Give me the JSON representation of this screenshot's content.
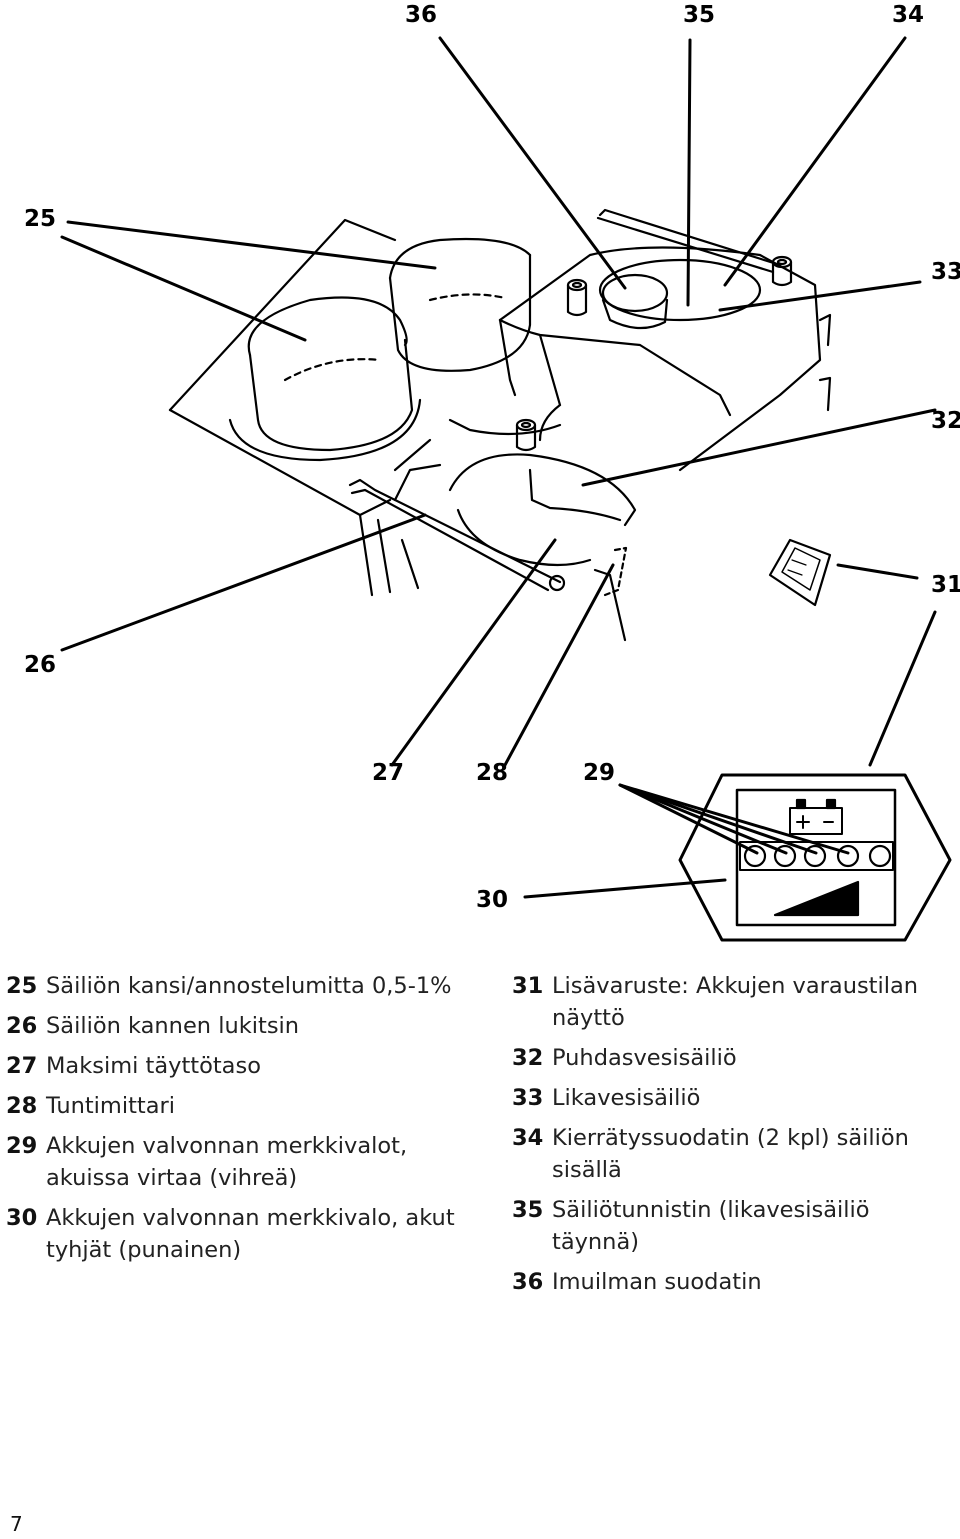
{
  "callouts": {
    "c25": "25",
    "c26": "26",
    "c27": "27",
    "c28": "28",
    "c29": "29",
    "c30": "30",
    "c31": "31",
    "c32": "32",
    "c33": "33",
    "c34": "34",
    "c35": "35",
    "c36": "36"
  },
  "legend_left": [
    {
      "num": "25",
      "text": "Säiliön kansi/annostelumitta 0,5-1%"
    },
    {
      "num": "26",
      "text": "Säiliön kannen lukitsin"
    },
    {
      "num": "27",
      "text": "Maksimi täyttötaso"
    },
    {
      "num": "28",
      "text": "Tuntimittari"
    },
    {
      "num": "29",
      "text": "Akkujen valvonnan merkkivalot, akuissa virtaa (vihreä)"
    },
    {
      "num": "30",
      "text": "Akkujen valvonnan merkkivalo, akut tyhjät (punainen)"
    }
  ],
  "legend_right": [
    {
      "num": "31",
      "text": "Lisävaruste: Akkujen varaustilan näyttö"
    },
    {
      "num": "32",
      "text": "Puhdasvesisäiliö"
    },
    {
      "num": "33",
      "text": "Likavesisäiliö"
    },
    {
      "num": "34",
      "text": "Kierrätyssuodatin (2 kpl) säiliön sisällä"
    },
    {
      "num": "35",
      "text": "Säiliötunnistin (likavesisäiliö täynnä)"
    },
    {
      "num": "36",
      "text": "Imuilman suodatin"
    }
  ],
  "page_number": "7"
}
